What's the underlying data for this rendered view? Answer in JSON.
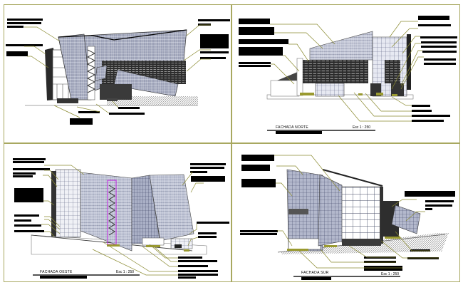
{
  "sheet": {
    "border_color": "#a8a860",
    "leader_color": "#8a8a30",
    "facade_fill": "#8d94ad",
    "facade_stripe": "#4a5170",
    "highlight_color": "#c020e0"
  },
  "panels": [
    {
      "id": "top-left",
      "title": "",
      "scale": "",
      "label_count": 12
    },
    {
      "id": "top-right",
      "title": "FACHADA  NORTE",
      "scale": "Esc 1 : 250",
      "label_count": 14
    },
    {
      "id": "bottom-left",
      "title": "FACHADA  OESTE",
      "scale": "Esc 1 : 250",
      "label_count": 15
    },
    {
      "id": "bottom-right",
      "title": "FACHADA  SUR",
      "scale": "Esc 1 : 250",
      "label_count": 11
    }
  ]
}
